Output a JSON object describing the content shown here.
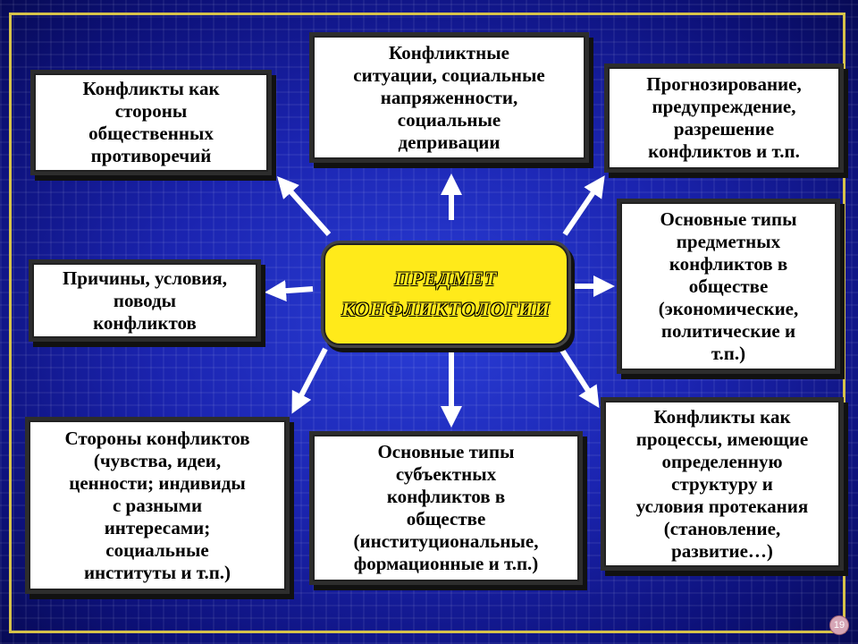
{
  "center": {
    "label": "ПРЕДМЕТ\nКОНФЛИКТОЛОГИИ"
  },
  "boxes": {
    "top_left": "Конфликты как\nстороны\nобщественных\nпротиворечий",
    "top_center": "Конфликтные\nситуации, социальные\nнапряженности,\nсоциальные\nдепривации",
    "top_right": "Прогнозирование,\nпредупреждение,\nразрешение\nконфликтов и т.п.",
    "middle_left": "Причины, условия,\nповоды\nконфликтов",
    "middle_right": "Основные типы\nпредметных\nконфликтов в\nобществе\n(экономические,\nполитические и\nт.п.)",
    "bottom_left": "Стороны конфликтов\n(чувства, идеи,\nценности; индивиды\nс разными\nинтересами;\nсоциальные\nинституты и т.п.)",
    "bottom_center": "Основные типы\nсубъектных\nконфликтов в\nобществе\n(институциональные,\nформационные и т.п.)",
    "bottom_right": "Конфликты как\nпроцессы, имеющие\nопределенную\nструктуру  и\nусловия протекания\n(становление,\nразвитие…)"
  },
  "page_number": "19",
  "colors": {
    "background": "#1b24b0",
    "center_fill": "#ffea1a",
    "frame": "#d6c24a",
    "arrow": "#ffffff"
  }
}
